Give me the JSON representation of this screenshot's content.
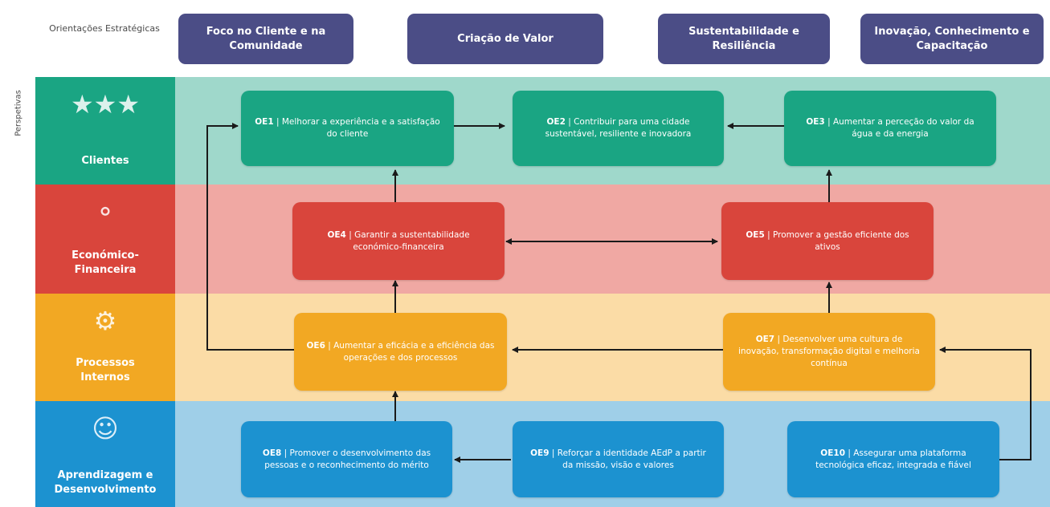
{
  "header": {
    "orientacoes_label": "Orientações Estratégicas",
    "perspectivas_label": "Perspetivas"
  },
  "orientations": [
    "Foco no Cliente e na Comunidade",
    "Criação de Valor",
    "Sustentabilidade e Resiliência",
    "Inovação, Conhecimento e Capacitação"
  ],
  "perspectives": [
    {
      "label": "Clientes",
      "icon": "customers-icon"
    },
    {
      "label": "Económico-Financeira",
      "icon": "coins-icon"
    },
    {
      "label": "Processos Internos",
      "icon": "gears-icon"
    },
    {
      "label": "Aprendizagem e Desenvolvimento",
      "icon": "head-lightbulb-icon"
    }
  ],
  "objectives": {
    "oe1": {
      "code": "OE1",
      "text": "| Melhorar a experiência e a satisfação do cliente"
    },
    "oe2": {
      "code": "OE2",
      "text": "| Contribuir para uma cidade sustentável, resiliente e inovadora"
    },
    "oe3": {
      "code": "OE3",
      "text": "| Aumentar a perceção do valor da água e da energia"
    },
    "oe4": {
      "code": "OE4",
      "text": "| Garantir a sustentabilidade económico-financeira"
    },
    "oe5": {
      "code": "OE5",
      "text": "| Promover a gestão eficiente dos ativos"
    },
    "oe6": {
      "code": "OE6",
      "text": "| Aumentar a eficácia e a eficiência das operações e dos processos"
    },
    "oe7": {
      "code": "OE7",
      "text": "| Desenvolver uma cultura de inovação, transformação digital e melhoria contínua"
    },
    "oe8": {
      "code": "OE8",
      "text": "| Promover o desenvolvimento das pessoas e o reconhecimento do mérito"
    },
    "oe9": {
      "code": "OE9",
      "text": "| Reforçar a identidade AEdP a partir da missão, visão e valores"
    },
    "oe10": {
      "code": "OE10",
      "text": "| Assegurar uma plataforma tecnológica eficaz, integrada e fiável"
    }
  },
  "colors": {
    "orientation": "#4b4d86",
    "clientes_side": "#1aa583",
    "clientes_band": "#9fd8cb",
    "economico_side": "#d9453c",
    "economico_band": "#f0a8a3",
    "processos_side": "#f2a823",
    "processos_band": "#fbdca6",
    "aprendizagem_side": "#1c92d0",
    "aprendizagem_band": "#9fcfe8",
    "arrow": "#1a1a1a"
  }
}
